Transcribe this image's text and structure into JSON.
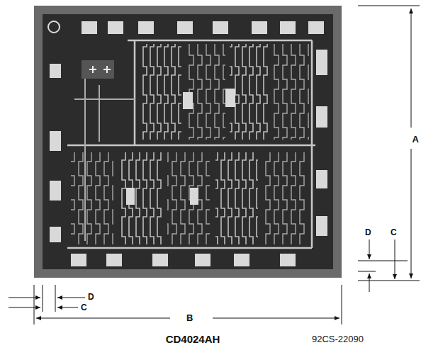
{
  "diagram": {
    "caption": "CD4024AH",
    "labels": [
      "A",
      "D",
      "C",
      "D",
      "C",
      "B",
      "92CS-22090"
    ]
  }
}
